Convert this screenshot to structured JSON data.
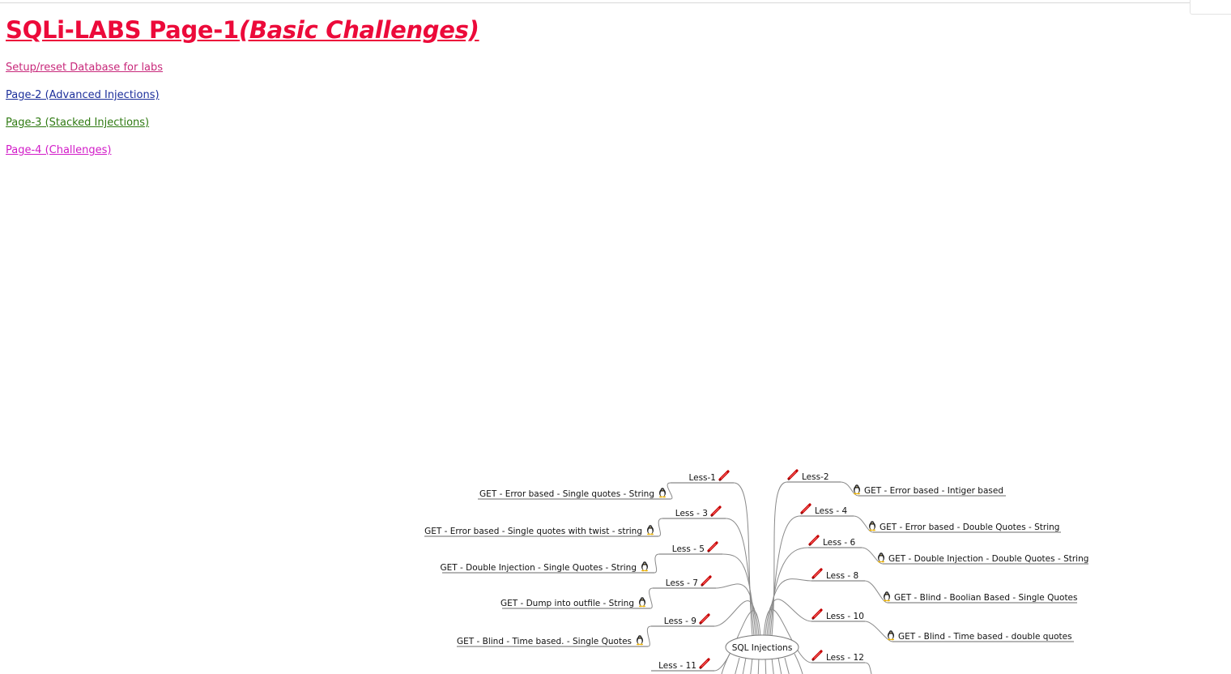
{
  "page": {
    "title": "SQLi-LABS Page-1",
    "title_suffix": "(Basic Challenges)",
    "title_color": "#ec0a3a"
  },
  "links": [
    {
      "label": "Setup/reset Database for labs",
      "color": "#c8297b"
    },
    {
      "label": "Page-2 (Advanced Injections)",
      "color": "#1c2f9b"
    },
    {
      "label": "Page-3 (Stacked Injections)",
      "color": "#2f7a12"
    },
    {
      "label": "Page-4 (Challenges)",
      "color": "#d21bc8"
    }
  ],
  "mindmap": {
    "center_label": "SQL Injections",
    "lesson_icon": "pencil-icon",
    "method_icon": "penguin-icon",
    "left_branches": [
      {
        "lesson": "Less-1",
        "desc": "GET - Error based - Single quotes - String"
      },
      {
        "lesson": "Less - 3",
        "desc": "GET - Error based - Single quotes with twist - string"
      },
      {
        "lesson": "Less - 5",
        "desc": "GET - Double Injection - Single Quotes - String"
      },
      {
        "lesson": "Less - 7",
        "desc": "GET - Dump into outfile - String"
      },
      {
        "lesson": "Less - 9",
        "desc": "GET - Blind - Time based. -  Single Quotes"
      },
      {
        "lesson": "Less - 11",
        "desc": ""
      }
    ],
    "right_branches": [
      {
        "lesson": "Less-2",
        "desc": "GET - Error based - Intiger based"
      },
      {
        "lesson": "Less - 4",
        "desc": "GET - Error based - Double Quotes - String"
      },
      {
        "lesson": "Less - 6",
        "desc": "GET - Double Injection - Double Quotes - String"
      },
      {
        "lesson": "Less - 8",
        "desc": "GET - Blind - Boolian Based - Single Quotes"
      },
      {
        "lesson": "Less - 10",
        "desc": "GET - Blind - Time based - double quotes"
      },
      {
        "lesson": "Less - 12",
        "desc": ""
      }
    ]
  }
}
